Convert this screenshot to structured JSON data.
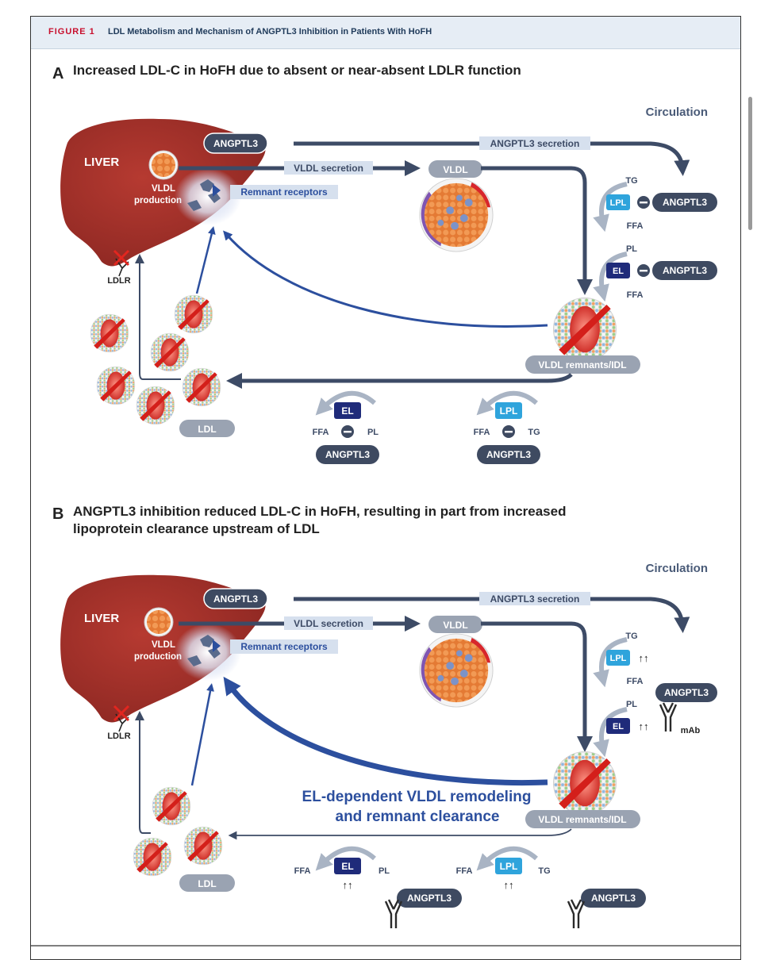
{
  "figure": {
    "label": "FIGURE 1",
    "title": "LDL Metabolism and Mechanism of ANGPTL3 Inhibition in Patients With HoFH"
  },
  "panel_a": {
    "letter": "A",
    "title": "Increased LDL-C in HoFH due to absent or near-absent LDLR function",
    "circulation": "Circulation",
    "liver": "LIVER",
    "angptl3_pill": "ANGPTL3",
    "angptl3_secretion": "ANGPTL3 secretion",
    "vldl_secretion": "VLDL secretion",
    "vldl_production_1": "VLDL",
    "vldl_production_2": "production",
    "remnant_receptors": "Remnant receptors",
    "vldl": "VLDL",
    "ldlr": "LDLR",
    "vldl_remnants": "VLDL remnants/IDL",
    "ldl": "LDL",
    "tg": "TG",
    "lpl": "LPL",
    "ffa": "FFA",
    "pl": "PL",
    "el": "EL",
    "angptl3": "ANGPTL3"
  },
  "panel_b": {
    "letter": "B",
    "title_line1": "ANGPTL3 inhibition reduced LDL-C in HoFH, resulting in part from increased",
    "title_line2": "lipoprotein clearance upstream of LDL",
    "circulation": "Circulation",
    "liver": "LIVER",
    "angptl3_pill": "ANGPTL3",
    "angptl3_secretion": "ANGPTL3 secretion",
    "vldl_secretion": "VLDL secretion",
    "vldl_production_1": "VLDL",
    "vldl_production_2": "production",
    "remnant_receptors": "Remnant receptors",
    "vldl": "VLDL",
    "ldlr": "LDLR",
    "vldl_remnants": "VLDL remnants/IDL",
    "ldl": "LDL",
    "tg": "TG",
    "lpl": "LPL",
    "ffa": "FFA",
    "pl": "PL",
    "el": "EL",
    "angptl3": "ANGPTL3",
    "mab": "mAb",
    "up_arrows": "↑↑",
    "remodeling_line1": "EL-dependent VLDL remodeling",
    "remodeling_line2": "and remnant clearance"
  },
  "colors": {
    "navy_arrow": "#3d4b66",
    "blue_arrow": "#2c4f9e",
    "liver": "#a8302a",
    "pill_dark": "#3e4a61",
    "pill_gray": "#9aa3b2",
    "lpl_blue": "#2fa4dc",
    "el_navy": "#1f2b7a",
    "label_bg": "#d6e0ee",
    "red_x": "#e2261f"
  }
}
